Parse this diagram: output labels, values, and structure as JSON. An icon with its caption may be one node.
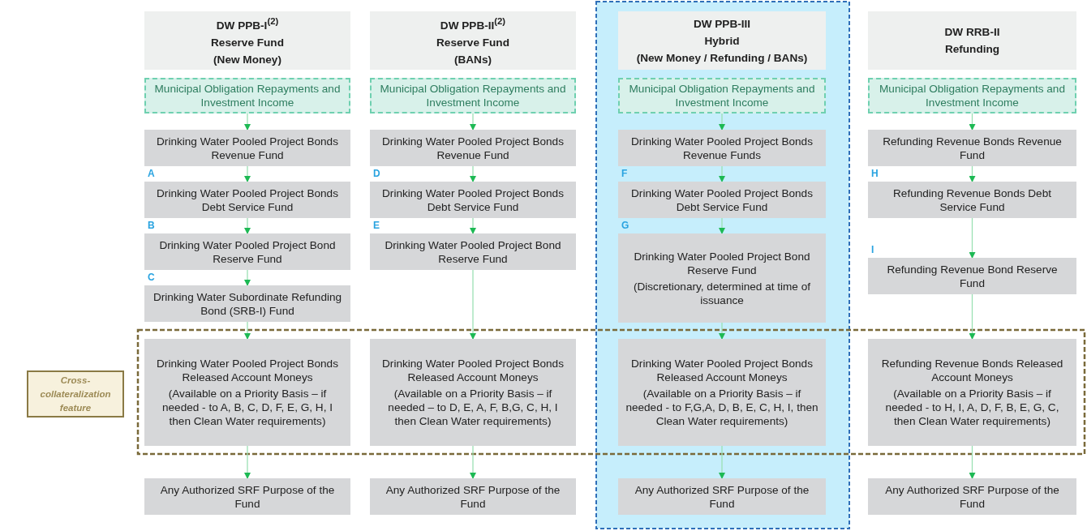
{
  "diagram": {
    "nodes": [
      {
        "text": [
          "DW PPB-I$^{(2)}$",
          "Reserve Fund",
          "(New Money)"
        ]
      },
      {
        "text": [
          "Municipal Obligation Repayments and Investment Income"
        ]
      },
      {
        "text": [
          "Drinking Water Pooled Project Bonds Revenue Fund"
        ]
      },
      {
        "text": [
          "Drinking Water Pooled Project Bonds Debt Service Fund"
        ],
        "beside": [
          "A"
        ]
      },
      {
        "text": [
          "Drinking Water Pooled Project Bond Reserve Fund"
        ],
        "beside": [
          "B"
        ]
      },
      {
        "text": [
          "Drinking Water Subordinate Refunding Bond (SRB-I) Fund"
        ],
        "beside": [
          "C"
        ]
      },
      {
        "text": [
          "Drinking Water Pooled Project Bonds Released Account Moneys",
          "(Available on a Priority Basis – if needed - to A, B, C, D, F, E, G, H, I then Clean Water requirements)"
        ]
      },
      {
        "text": [
          "Any Authorized SRF Purpose of the Fund"
        ]
      },
      {
        "text": [
          "DW PPB-II$^{(2)}$",
          "Reserve Fund",
          "(BANs)"
        ]
      },
      {
        "text": [
          "Municipal Obligation Repayments and Investment Income"
        ]
      },
      {
        "text": [
          "Drinking Water Pooled Project Bonds Revenue Fund"
        ]
      },
      {
        "text": [
          "Drinking Water Pooled Project Bonds Debt Service Fund"
        ],
        "beside": [
          "D"
        ]
      },
      {
        "text": [
          "Drinking Water Pooled Project Bond Reserve Fund"
        ],
        "beside": [
          "E"
        ]
      },
      {
        "text": [
          "Drinking Water Pooled Project Bonds Released Account Moneys",
          "(Available on a Priority Basis – if needed – to D, E, A, F, B,G, C, H, I then Clean Water requirements)"
        ]
      },
      {
        "text": [
          "Any Authorized SRF Purpose of the Fund"
        ]
      },
      {
        "text": [
          "DW PPB-III",
          "Hybrid",
          "(New Money / Refunding / BANs)"
        ]
      },
      {
        "text": [
          "Municipal Obligation Repayments and Investment Income"
        ]
      },
      {
        "text": [
          "Drinking Water Pooled Project Bonds Revenue Funds"
        ]
      },
      {
        "text": [
          "Drinking Water Pooled Project Bonds Debt Service Fund"
        ],
        "beside": [
          "F"
        ]
      },
      {
        "text": [
          "Drinking Water Pooled Project Bond Reserve Fund",
          "(Discretionary, determined at time of issuance"
        ],
        "beside": [
          "G"
        ]
      },
      {
        "text": [
          "Drinking Water Pooled Project Bonds Released Account Moneys",
          "(Available on a Priority Basis – if needed - to F,G,A, D, B, E, C, H, I, then Clean Water requirements)"
        ]
      },
      {
        "text": [
          "Any Authorized SRF Purpose of the Fund"
        ]
      },
      {
        "text": [
          "DW RRB-II",
          "Refunding"
        ]
      },
      {
        "text": [
          "Municipal Obligation Repayments and Investment Income"
        ]
      },
      {
        "text": [
          "Refunding Revenue Bonds Revenue Fund"
        ]
      },
      {
        "text": [
          "Refunding Revenue Bonds Debt Service Fund"
        ],
        "beside": [
          "H"
        ]
      },
      {
        "text": [
          "Refunding Revenue Bond Reserve Fund"
        ],
        "beside": [
          "I"
        ]
      },
      {
        "text": [
          "Refunding Revenue Bonds Released Account Moneys",
          "(Available on a Priority Basis – if needed - to H, I, A, D, F, B, E, G, C, then Clean Water requirements)"
        ]
      },
      {
        "text": [
          "Any Authorized SRF Purpose of the Fund"
        ]
      },
      {
        "text": [
          "Cross-collateralization feature"
        ]
      }
    ],
    "edges": [
      {
        "from": 1,
        "to": 2,
        "arrow": "to"
      },
      {
        "from": 2,
        "to": 3,
        "arrow": "to"
      },
      {
        "from": 3,
        "to": 4,
        "arrow": "to"
      },
      {
        "from": 4,
        "to": 5,
        "arrow": "to"
      },
      {
        "from": 5,
        "to": 6,
        "arrow": "to"
      },
      {
        "from": 6,
        "to": 7,
        "arrow": "to"
      },
      {
        "from": 9,
        "to": 10,
        "arrow": "to"
      },
      {
        "from": 10,
        "to": 11,
        "arrow": "to"
      },
      {
        "from": 11,
        "to": 12,
        "arrow": "to"
      },
      {
        "from": 12,
        "to": 13,
        "arrow": "to"
      },
      {
        "from": 13,
        "to": 14,
        "arrow": "to"
      },
      {
        "from": 16,
        "to": 17,
        "arrow": "to"
      },
      {
        "from": 17,
        "to": 18,
        "arrow": "to"
      },
      {
        "from": 18,
        "to": 19,
        "arrow": "to"
      },
      {
        "from": 19,
        "to": 20,
        "arrow": "to"
      },
      {
        "from": 20,
        "to": 21,
        "arrow": "to"
      },
      {
        "from": 23,
        "to": 24,
        "arrow": "to"
      },
      {
        "from": 24,
        "to": 25,
        "arrow": "to"
      },
      {
        "from": 25,
        "to": 26,
        "arrow": "to"
      },
      {
        "from": 26,
        "to": 27,
        "arrow": "to"
      },
      {
        "from": 27,
        "to": 28,
        "arrow": "to"
      }
    ]
  }
}
